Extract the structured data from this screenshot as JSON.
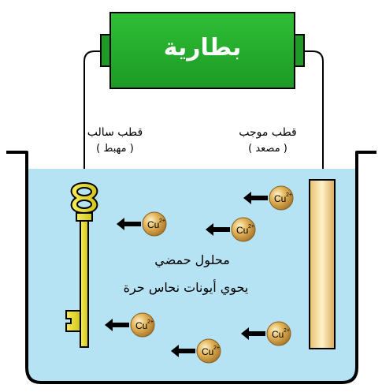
{
  "battery": {
    "label": "بطارية",
    "color": "#22a52a"
  },
  "electrodes": {
    "negative": {
      "title": "قطب سالب",
      "subtitle": "( مهبط )"
    },
    "positive": {
      "title": "قطب موجب",
      "subtitle": "( مصعد )"
    }
  },
  "solution": {
    "line1": "محلول حمضي",
    "line2": "يحوي أيونات نحاس حرة",
    "color": "#b5e3f3"
  },
  "ion": {
    "symbol": "Cu",
    "charge": "2+",
    "color": "#d6a646"
  },
  "colors": {
    "key": "#e8dd2a",
    "anode": "#f3d98f",
    "wire": "#000000"
  }
}
